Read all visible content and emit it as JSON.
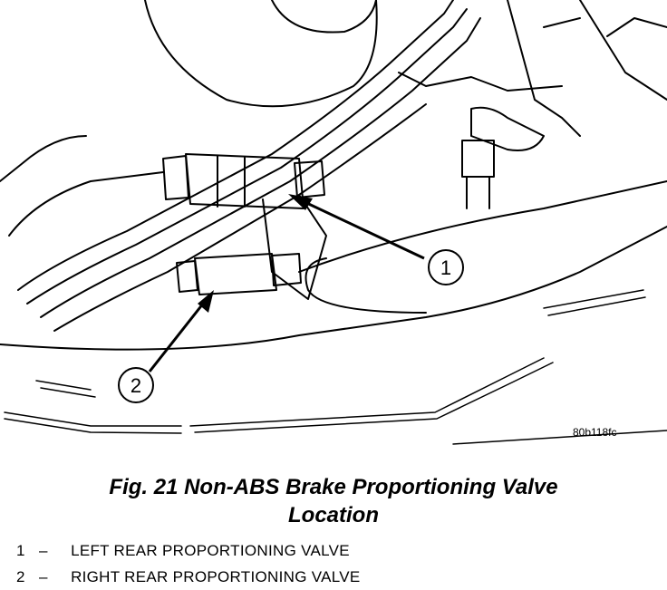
{
  "figure": {
    "title_line1": "Fig. 21 Non-ABS Brake Proportioning Valve",
    "title_line2": "Location",
    "image_code": "80b118fc"
  },
  "callouts": [
    {
      "number": "1"
    },
    {
      "number": "2"
    }
  ],
  "legend": [
    {
      "number": "1",
      "separator": "–",
      "text": "LEFT REAR PROPORTIONING VALVE"
    },
    {
      "number": "2",
      "separator": "–",
      "text": "RIGHT REAR PROPORTIONING VALVE"
    }
  ]
}
